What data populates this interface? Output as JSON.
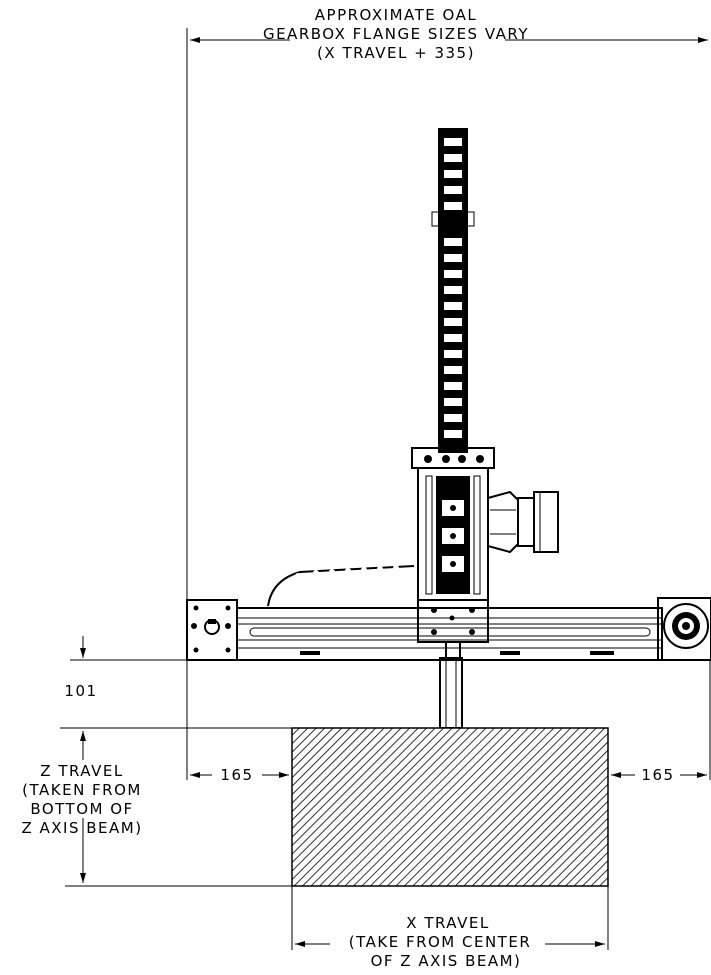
{
  "labels": {
    "oal_line1": "APPROXIMATE OAL",
    "oal_line2": "GEARBOX FLANGE SIZES VARY",
    "oal_line3": "(X TRAVEL + 335)",
    "dim_101": "101",
    "ztravel_line1": "Z TRAVEL",
    "ztravel_line2": "(TAKEN FROM",
    "ztravel_line3": "BOTTOM OF",
    "ztravel_line4": "Z AXIS BEAM)",
    "left_165": "165",
    "right_165": "165",
    "xtravel_line1": "X TRAVEL",
    "xtravel_line2": "(TAKE FROM CENTER",
    "xtravel_line3": "OF Z AXIS BEAM)"
  }
}
